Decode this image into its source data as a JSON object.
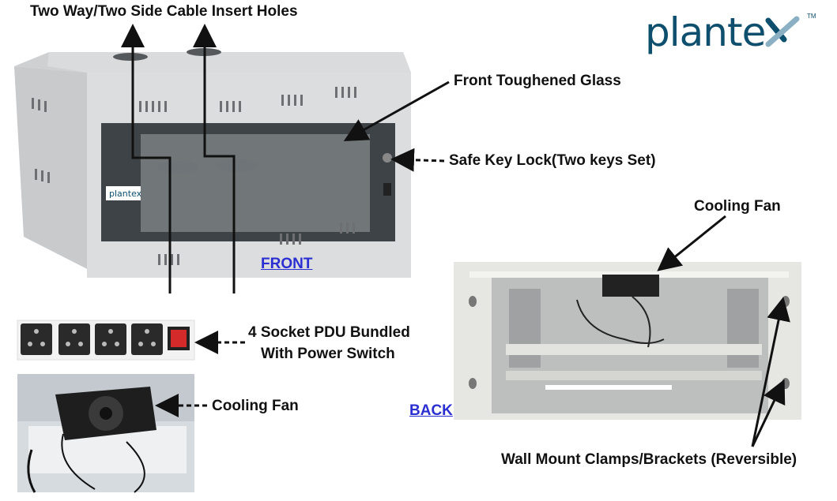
{
  "brand": {
    "logo_text": "plante",
    "trademark": "TM",
    "cabinet_badge": "plantex"
  },
  "labels": {
    "cable_holes": "Two Way/Two Side Cable Insert Holes",
    "front_glass": "Front Toughened Glass",
    "key_lock": "Safe Key Lock(Two keys Set)",
    "cooling_fan_back": "Cooling Fan",
    "pdu_line1": "4 Socket PDU Bundled",
    "pdu_line2": "With Power Switch",
    "cooling_fan_front": "Cooling Fan",
    "wall_mount": "Wall Mount Clamps/Brackets (Reversible)"
  },
  "links": {
    "front": "FRONT",
    "back": "BACK"
  },
  "colors": {
    "logo_blue": "#0e4f6e",
    "cabinet_gray": "#d9d9d9",
    "glass_dark": "#3e4347",
    "link_blue": "#2b2fd1",
    "switch_red": "#d42a2a"
  }
}
